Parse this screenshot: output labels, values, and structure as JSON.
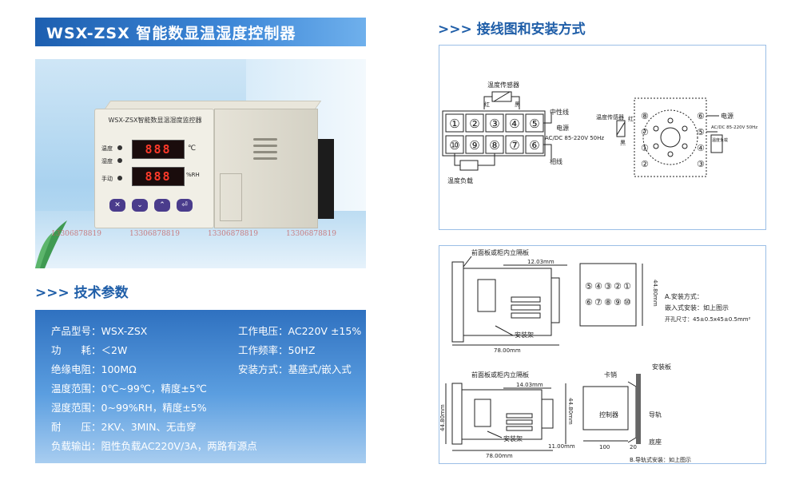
{
  "header": {
    "title": "WSX-ZSX 智能数显温湿度控制器"
  },
  "photo": {
    "device_label": "WSX-ZSX智能数显温湿度监控器",
    "label_temp": "温度",
    "label_humi": "湿度",
    "label_manual": "手动",
    "display_top": "888",
    "display_bottom": "888",
    "unit_top": "℃",
    "unit_bottom": "%RH",
    "watermarks": [
      "13306878819",
      "13306878819",
      "13306878819",
      "13306878819"
    ]
  },
  "tech": {
    "heading": ">>> 技术参数",
    "specs": [
      {
        "label": "产品型号：",
        "value": "WSX-ZSX"
      },
      {
        "label": "功　　耗：",
        "value": "＜2W"
      },
      {
        "label": "绝缘电阻：",
        "value": "100MΩ"
      },
      {
        "label": "温度范围：",
        "value": "0℃~99℃，精度±5℃"
      },
      {
        "label": "湿度范围：",
        "value": "0~99%RH，精度±5%"
      },
      {
        "label": "耐　　压：",
        "value": "2KV、3MIN、无击穿"
      },
      {
        "label": "负载输出：",
        "value": "阻性负载AC220V/3A，两路有源点"
      }
    ],
    "specs_right": [
      {
        "label": "工作电压：",
        "value": "AC220V ±15%"
      },
      {
        "label": "工作频率：",
        "value": "50HZ"
      },
      {
        "label": "安装方式：",
        "value": "基座式/嵌入式"
      }
    ]
  },
  "wiring": {
    "heading": ">>> 接线图和安装方式",
    "sensor": "温度传感器",
    "red": "红",
    "black": "黑",
    "neutral": "中性线",
    "power": "电源",
    "supply": "AC/DC 85-220V 50Hz",
    "phase": "相线",
    "load": "温度负载",
    "top_row": [
      "①",
      "②",
      "③",
      "④",
      "⑤"
    ],
    "bottom_row": [
      "⑩",
      "⑨",
      "⑧",
      "⑦",
      "⑥"
    ],
    "round_sensor": "温度传感器",
    "round_power": "电源",
    "round_supply": "AC/DC 85-220V 50Hz",
    "round_load": "温度负载",
    "round_pins": [
      "①",
      "②",
      "③",
      "④",
      "⑤",
      "⑥",
      "⑦",
      "⑧"
    ],
    "round_red": "红",
    "round_black": "黑"
  },
  "install": {
    "panel_a": "前面板或柜内立隔板",
    "dim_a1": "12.03mm",
    "bracket_a": "安装架",
    "width_a": "78.00mm",
    "height_a": "44.80mm",
    "term_top": [
      "⑤",
      "④",
      "③",
      "②",
      "①"
    ],
    "term_bottom": [
      "⑥",
      "⑦",
      "⑧",
      "⑨",
      "⑩"
    ],
    "note_title": "A.安装方式：",
    "note_line1": "嵌入式安装：如上图示",
    "note_line2": "开孔尺寸：45±0.5x45±0.5mm²",
    "panel_b": "前面板或柜内立隔板",
    "dim_b1": "14.03mm",
    "bracket_b": "安装架",
    "width_b": "78.00mm",
    "height_b": "44.80mm",
    "height_b2": "44.80mm",
    "dim_b2": "11.00mm",
    "clip": "卡销",
    "mount_plate": "安装板",
    "controller": "控制器",
    "rail": "导轨",
    "base": "底座",
    "dim_100": "100",
    "dim_20": "20",
    "note_b": "B.导轨式安装：如上图示"
  }
}
